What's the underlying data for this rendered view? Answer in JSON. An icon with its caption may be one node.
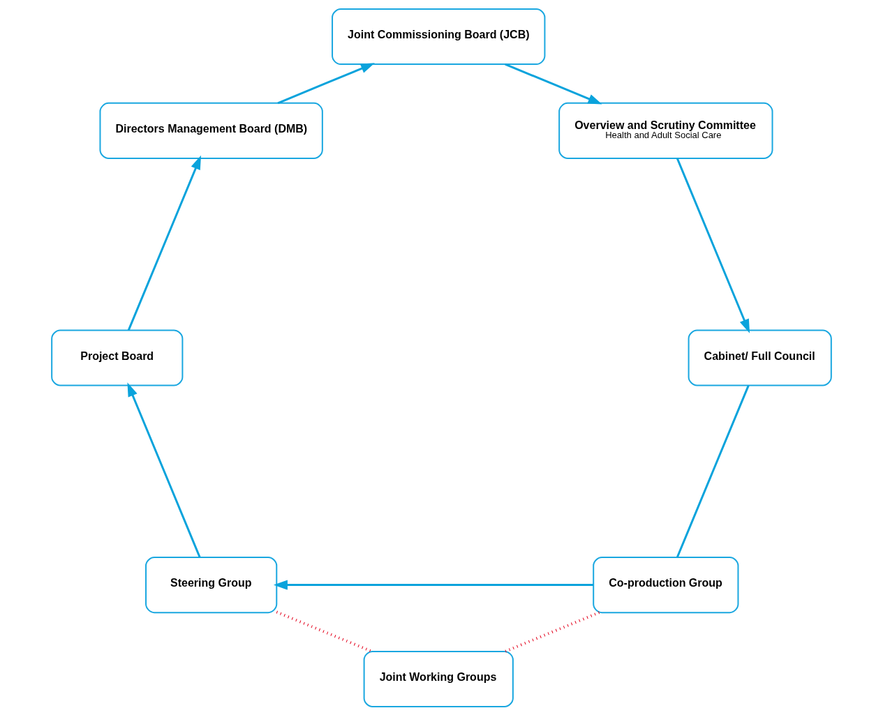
{
  "diagram": {
    "nodes": [
      {
        "text": [
          "Cabinet/ Full Council"
        ]
      },
      {
        "text": [
          "Co-production Group"
        ]
      },
      {
        "text": [
          "Overview and Scrutiny Committee",
          "Health and Adult Social Care"
        ]
      },
      {
        "text": [
          "Steering Group"
        ]
      },
      {
        "text": [
          "Joint Working Groups"
        ]
      },
      {
        "text": [
          "Joint Commissioning Board (JCB)"
        ]
      },
      {
        "text": [
          "Project Board"
        ]
      },
      {
        "text": [
          "Directors Management Board (DMB)"
        ]
      }
    ],
    "edges": [
      {
        "from": 1,
        "to": 3,
        "arrow": "to"
      },
      {
        "from": 3,
        "to": 6,
        "arrow": "to"
      },
      {
        "from": 6,
        "to": 7,
        "arrow": "to"
      },
      {
        "from": 7,
        "to": 5,
        "arrow": "to"
      },
      {
        "from": 5,
        "to": 2,
        "arrow": "to"
      },
      {
        "from": 2,
        "to": 0,
        "arrow": "to"
      },
      {
        "from": 0,
        "to": 1,
        "arrow": "none"
      },
      {
        "from": 1,
        "to": 4,
        "arrow": "none",
        "style": "dashed",
        "color": "#e3001b"
      },
      {
        "from": 3,
        "to": 4,
        "arrow": "none",
        "style": "dashed",
        "color": "#e3001b"
      }
    ]
  }
}
